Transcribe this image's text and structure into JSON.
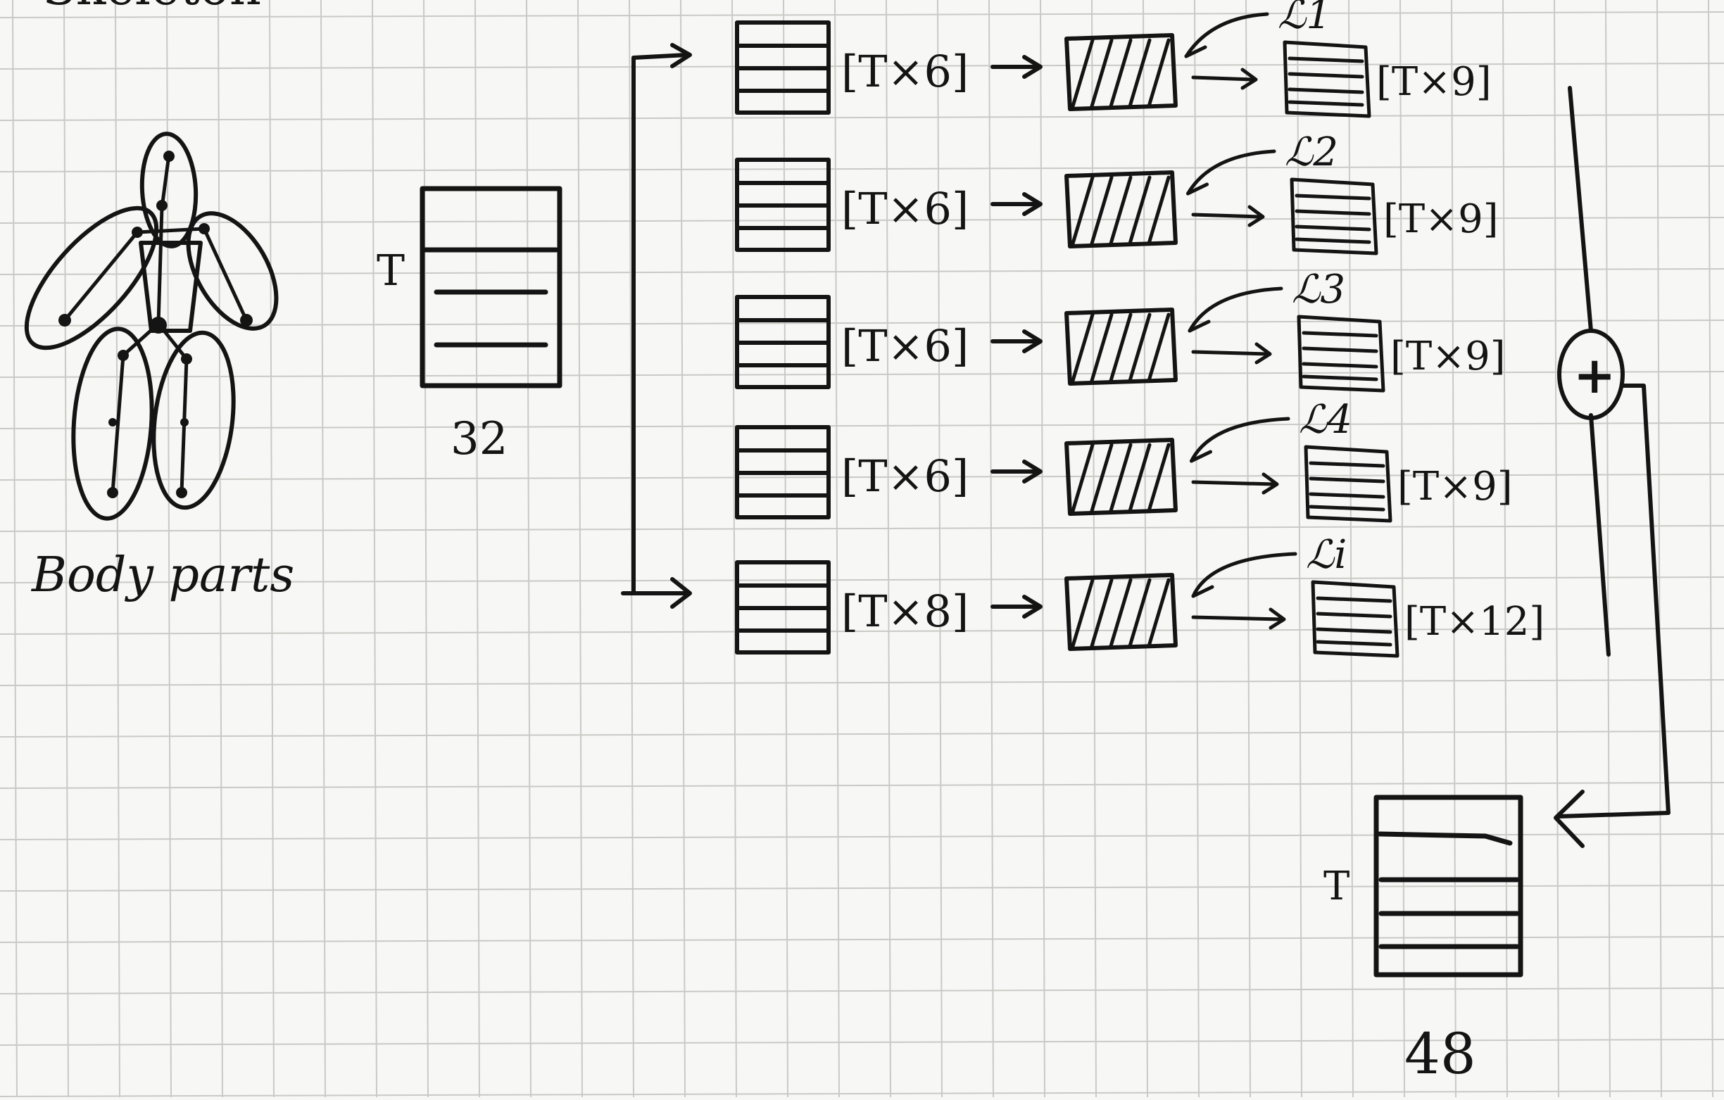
{
  "header": {
    "partial_text": "Skeleton"
  },
  "body_parts": {
    "caption": "Body parts"
  },
  "input_matrix": {
    "row_label": "T",
    "width_label": "32"
  },
  "output_matrix": {
    "row_label": "T",
    "width_label": "48"
  },
  "branches": [
    {
      "input_dim": "[T×6]",
      "loss": "ℒ1",
      "output_dim": "[T×9]"
    },
    {
      "input_dim": "[T×6]",
      "loss": "ℒ2",
      "output_dim": "[T×9]"
    },
    {
      "input_dim": "[T×6]",
      "loss": "ℒ3",
      "output_dim": "[T×9]"
    },
    {
      "input_dim": "[T×6]",
      "loss": "ℒ4",
      "output_dim": "[T×9]"
    },
    {
      "input_dim": "[T×8]",
      "loss": "ℒi",
      "output_dim": "[T×12]"
    }
  ],
  "sum_node": {
    "symbol": "+"
  },
  "colors": {
    "ink": "#141414",
    "paper": "#f7f7f5",
    "grid": "#c9c9c6"
  }
}
